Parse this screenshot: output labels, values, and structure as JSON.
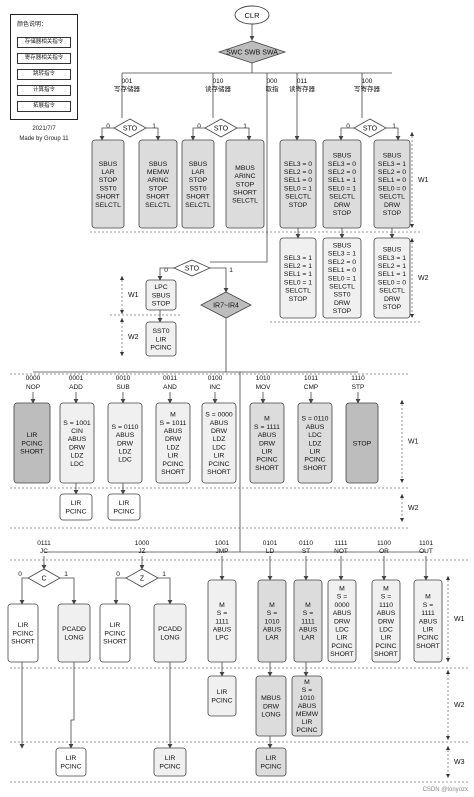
{
  "diagram": {
    "start": "CLR",
    "top_decision": "SWC SWB SWA",
    "legend": {
      "title": "颜色说明：",
      "items": [
        "存储器相关指令",
        "寄存器相关指令",
        "跳转指令",
        "计算指令",
        "拓展指令"
      ],
      "date": "2021/7/7",
      "author": "Made by Group 11"
    },
    "watermark": "CSDN @tonyozx",
    "phases": [
      "W1",
      "W2",
      "W3"
    ],
    "console_codes": [
      {
        "code": "001",
        "name": "写存储器"
      },
      {
        "code": "010",
        "name": "读存储器"
      },
      {
        "code": "000",
        "name": "取指"
      },
      {
        "code": "011",
        "name": "读寄存器"
      },
      {
        "code": "100",
        "name": "写寄存器"
      }
    ],
    "sto": "STO",
    "ir_decision": "IR7~IR4",
    "branch_labels": [
      "0",
      "1"
    ],
    "c_flag": "C",
    "z_flag": "Z",
    "console_w1": [
      "SBUS\nLAR\nSTOP\nSST0\nSHORT\nSELCTL",
      "SBUS\nMEMW\nARINC\nSTOP\nSHORT\nSELCTL",
      "SBUS\nLAR\nSTOP\nSST0\nSHORT\nSELCTL",
      "MBUS\nARINC\nSTOP\nSHORT\nSELCTL",
      "SEL3 = 0\nSEL2 = 0\nSEL1 = 0\nSEL0 = 1\nSELCTL\nSTOP",
      "SBUS\nSEL3 = 0\nSEL2 = 0\nSEL1 = 1\nSEL0 = 1\nSELCTL\nDRW\nSTOP",
      "SBUS\nSEL3 = 1\nSEL2 = 0\nSEL1 = 0\nSEL0 = 0\nSELCTL\nDRW\nSTOP"
    ],
    "console_w2": [
      "SEL3 = 1\nSEL2 = 1\nSEL1 = 1\nSEL0 = 1\nSELCTL\nSTOP",
      "SBUS\nSEL3 = 1\nSEL2 = 0\nSEL1 = 0\nSEL0 = 1\nSELCTL\nSST0\nDRW\nSTOP",
      "SBUS\nSEL3 = 1\nSEL2 = 1\nSEL1 = 1\nSEL0 = 0\nSELCTL\nDRW\nSTOP"
    ],
    "fetch_w1": "LPC\nSBUS\nSTOP",
    "fetch_w2": "SST0\nLIR\nPCINC",
    "row1_codes": [
      {
        "code": "0000",
        "name": "NOP"
      },
      {
        "code": "0001",
        "name": "ADD"
      },
      {
        "code": "0010",
        "name": "SUB"
      },
      {
        "code": "0011",
        "name": "AND"
      },
      {
        "code": "0100",
        "name": "INC"
      },
      {
        "code": "1010",
        "name": "MOV"
      },
      {
        "code": "1011",
        "name": "CMP"
      },
      {
        "code": "1110",
        "name": "STP"
      }
    ],
    "row1_w1": [
      "LIR\nPCINC\nSHORT",
      "S = 1001\nCIN\nABUS\nDRW\nLDZ\nLDC",
      "S = 0110\nABUS\nDRW\nLDZ\nLDC",
      "M\nS = 1011\nABUS\nDRW\nLDZ\nLIR\nPCINC\nSHORT",
      "S = 0000\nABUS\nDRW\nLDZ\nLDC\nLIR\nPCINC\nSHORT",
      "M\nS = 1111\nABUS\nDRW\nLIR\nPCINC\nSHORT",
      "S = 0110\nABUS\nLDC\nLDZ\nLIR\nPCINC\nSHORT",
      "STOP"
    ],
    "row1_w2": [
      "LIR\nPCINC",
      "LIR\nPCINC"
    ],
    "row2_codes": [
      {
        "code": "0111",
        "name": "JC"
      },
      {
        "code": "1000",
        "name": "JZ"
      },
      {
        "code": "1001",
        "name": "JMP"
      },
      {
        "code": "0101",
        "name": "LD"
      },
      {
        "code": "0110",
        "name": "ST"
      },
      {
        "code": "1111",
        "name": "NOT"
      },
      {
        "code": "1100",
        "name": "OR"
      },
      {
        "code": "1101",
        "name": "OUT"
      }
    ],
    "row2_w1": [
      "LIR\nPCINC\nSHORT",
      "PCADD\nLONG",
      "LIR\nPCINC\nSHORT",
      "PCADD\nLONG",
      "M\nS =\n1111\nABUS\nLPC",
      "M\nS =\n1010\nABUS\nLAR",
      "M\nS =\n1111\nABUS\nLAR",
      "M\nS =\n0000\nABUS\nDRW\nLDC\nLIR\nPCINC\nSHORT",
      "M\nS =\n1110\nABUS\nDRW\nLDC\nLIR\nPCINC\nSHORT",
      "M\nS =\n1111\nABUS\nLIR\nPCINC\nSHORT"
    ],
    "row2_w2": [
      "LIR\nPCINC",
      "MBUS\nDRW\nLONG",
      "M\nS =\n1010\nABUS\nMEMW\nLIR\nPCINC"
    ],
    "row2_w3": [
      "LIR\nPCINC",
      "LIR\nPCINC",
      "LIR\nPCINC"
    ],
    "colors": {
      "light": "#f0f0f0",
      "mid": "#dcdcdc",
      "dark": "#bdbdbd",
      "line": "#444444"
    }
  }
}
